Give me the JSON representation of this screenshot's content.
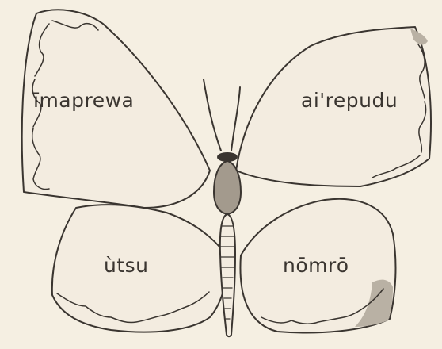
{
  "labels": {
    "forewing_left": "īmaprewa",
    "forewing_right": "ai'repudu",
    "hindwing_left": "ùtsu",
    "hindwing_right": "nōmrō"
  },
  "colors": {
    "paper": "#f5efe2",
    "ink": "#3a3530",
    "shading": "#b9b1a4"
  }
}
